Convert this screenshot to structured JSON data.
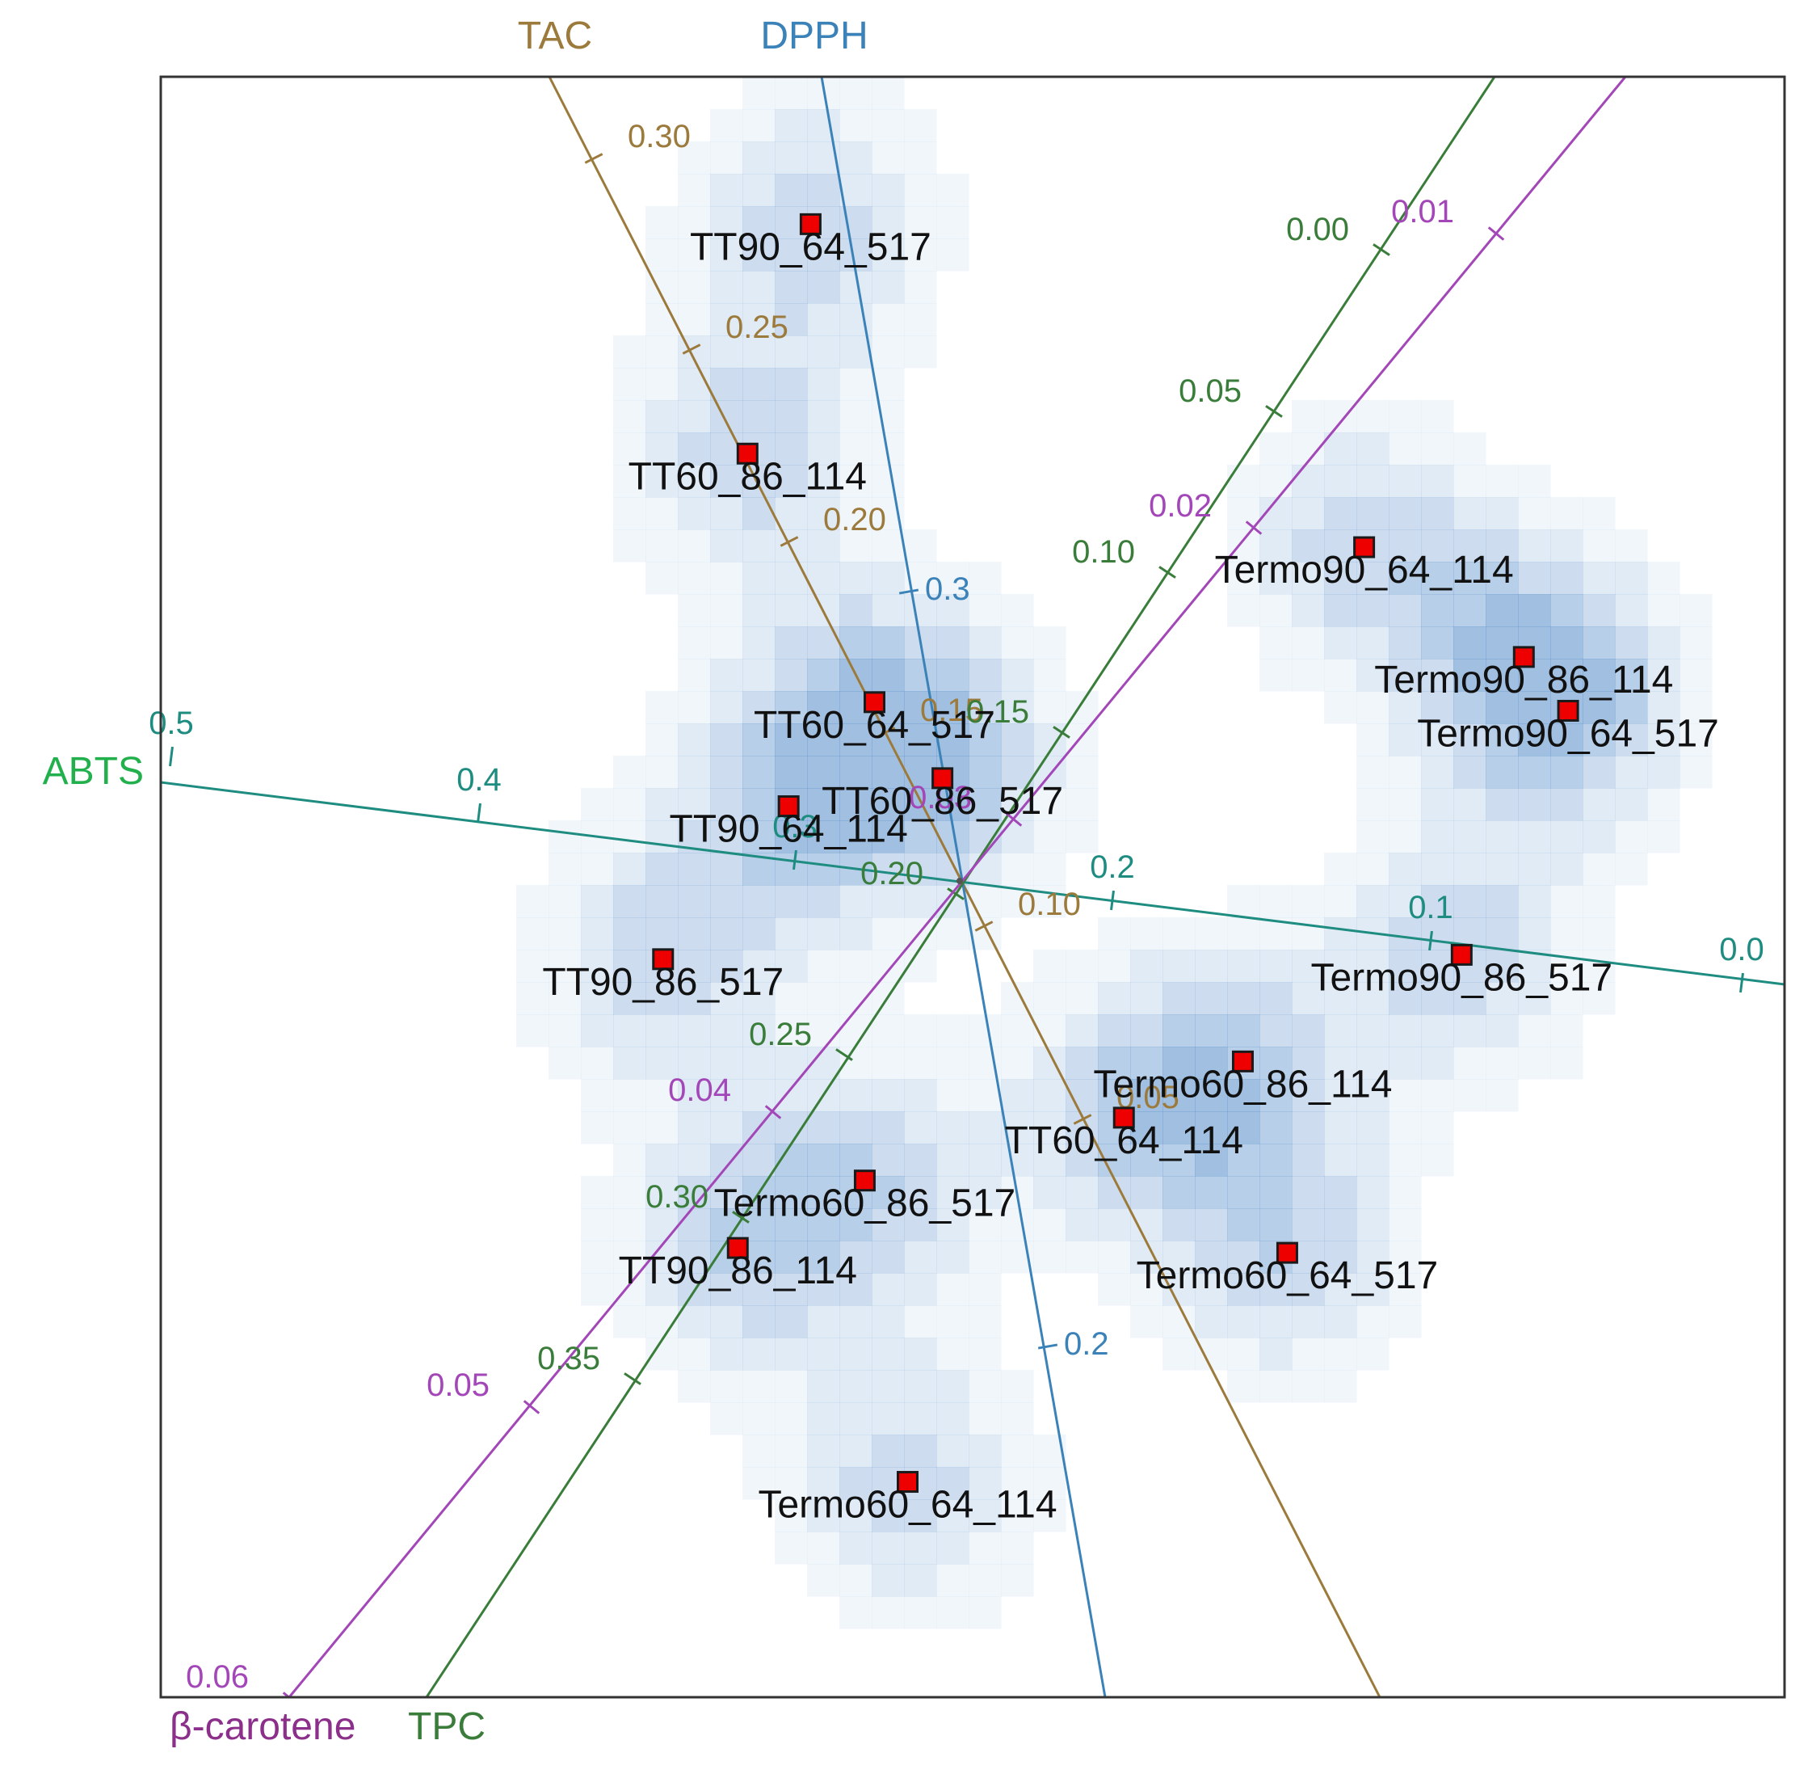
{
  "chart_data": {
    "type": "scatter",
    "variables": [
      {
        "name": "TAC",
        "color": "#9c7a3c",
        "ticks": [
          {
            "label": "0.30",
            "value": 0.3
          },
          {
            "label": "0.25",
            "value": 0.25
          },
          {
            "label": "0.20",
            "value": 0.2
          },
          {
            "label": "0.15",
            "value": 0.15
          },
          {
            "label": "0.10",
            "value": 0.1
          },
          {
            "label": "0.05",
            "value": 0.05
          }
        ]
      },
      {
        "name": "DPPH",
        "color": "#3b82b8",
        "ticks": [
          {
            "label": "0.3",
            "value": 0.3
          },
          {
            "label": "0.2",
            "value": 0.2
          }
        ]
      },
      {
        "name": "ABTS",
        "color": "#1e8c80",
        "name_color": "#21b04b",
        "ticks": [
          {
            "label": "0.5",
            "value": 0.5
          },
          {
            "label": "0.4",
            "value": 0.4
          },
          {
            "label": "0.3",
            "value": 0.3
          },
          {
            "label": "0.2",
            "value": 0.2
          },
          {
            "label": "0.1",
            "value": 0.1
          },
          {
            "label": "0.0",
            "value": 0.0
          }
        ]
      },
      {
        "name": "TPC",
        "color": "#3a7d3a",
        "ticks": [
          {
            "label": "0.00",
            "value": 0.0
          },
          {
            "label": "0.05",
            "value": 0.05
          },
          {
            "label": "0.10",
            "value": 0.1
          },
          {
            "label": "0.15",
            "value": 0.15
          },
          {
            "label": "0.20",
            "value": 0.2
          },
          {
            "label": "0.25",
            "value": 0.25
          },
          {
            "label": "0.30",
            "value": 0.3
          },
          {
            "label": "0.35",
            "value": 0.35
          }
        ]
      },
      {
        "name": "β-carotene",
        "color": "#a347b8",
        "name_color": "#8b2f8b",
        "ticks": [
          {
            "label": "0.01",
            "value": 0.01
          },
          {
            "label": "0.02",
            "value": 0.02
          },
          {
            "label": "0.03",
            "value": 0.03
          },
          {
            "label": "0.04",
            "value": 0.04
          },
          {
            "label": "0.05",
            "value": 0.05
          },
          {
            "label": "0.06",
            "value": 0.06
          }
        ]
      }
    ],
    "samples": [
      {
        "label": "TT90_64_517",
        "x": -0.1996,
        "y": 0.8181
      },
      {
        "label": "TT60_86_114",
        "x": -0.2773,
        "y": 0.5349
      },
      {
        "label": "Termo90_64_114",
        "x": 0.4822,
        "y": 0.4194
      },
      {
        "label": "Termo90_86_114",
        "x": 0.6789,
        "y": 0.2839
      },
      {
        "label": "Termo90_64_517",
        "x": 0.7334,
        "y": 0.2175
      },
      {
        "label": "TT60_64_517",
        "x": -0.1209,
        "y": 0.2281
      },
      {
        "label": "TT60_86_517",
        "x": -0.0372,
        "y": 0.1343
      },
      {
        "label": "TT90_64_114",
        "x": -0.2267,
        "y": 0.0997
      },
      {
        "label": "TT90_86_517",
        "x": -0.3813,
        "y": -0.0891
      },
      {
        "label": "Termo90_86_517",
        "x": 0.6023,
        "y": -0.0837
      },
      {
        "label": "Termo60_86_114",
        "x": 0.3328,
        "y": -0.2153
      },
      {
        "label": "TT60_64_114",
        "x": 0.1863,
        "y": -0.2847
      },
      {
        "label": "Termo60_86_517",
        "x": -0.1329,
        "y": -0.3623
      },
      {
        "label": "TT90_86_114",
        "x": -0.2893,
        "y": -0.4455
      },
      {
        "label": "Termo60_64_517",
        "x": 0.3875,
        "y": -0.4515
      },
      {
        "label": "Termo60_64_114",
        "x": -0.0801,
        "y": -0.7342
      }
    ],
    "xlim": [
      -1.0,
      1.0
    ],
    "ylim": [
      -1.0,
      1.0
    ],
    "grid": false,
    "density_color": "#4a86c6"
  }
}
